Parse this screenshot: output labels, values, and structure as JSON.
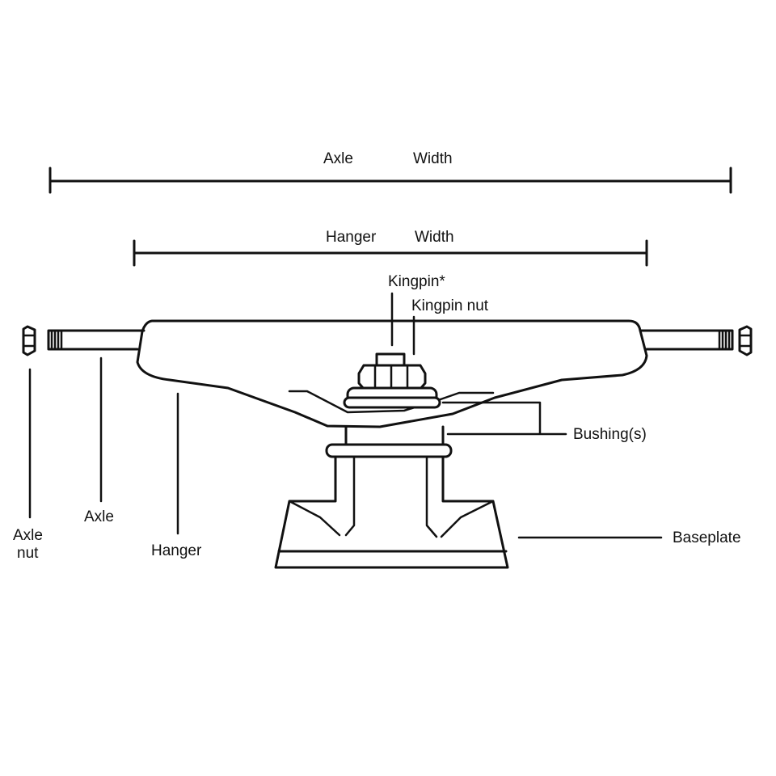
{
  "dimensions": {
    "axle_width": {
      "word1": "Axle",
      "word2": "Width"
    },
    "hanger_width": {
      "word1": "Hanger",
      "word2": "Width"
    }
  },
  "labels": {
    "kingpin": "Kingpin*",
    "kingpin_nut": "Kingpin nut",
    "bushings": "Bushing(s)",
    "baseplate": "Baseplate",
    "axle_nut_line1": "Axle",
    "axle_nut_line2": "nut",
    "axle": "Axle",
    "hanger": "Hanger"
  },
  "colors": {
    "ink": "#111111",
    "background": "#ffffff"
  }
}
